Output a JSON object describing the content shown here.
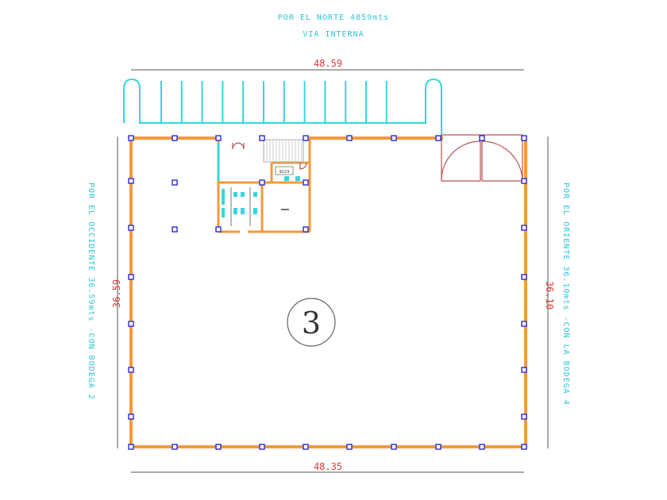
{
  "title": {
    "north_boundary": "POR EL NORTE 4859mts",
    "north_road": "VIA INTERNA"
  },
  "dimensions": {
    "top": "48.59",
    "bottom": "48.35",
    "left": "36.59",
    "right": "36.10"
  },
  "side_labels": {
    "west": "POR EL OCCIDENTE 36.59mts -CON BODEGA 2",
    "east": "POR EL ORIENTE 36.10mts -CON LA BODEGA 4"
  },
  "unit": {
    "number": "3",
    "room_tag": "9123"
  },
  "colors": {
    "wall": "#f39a3c",
    "column": "#2b2bd0",
    "label": "#2ec4d8",
    "dimension": "#e03a3a",
    "door": "#b85454"
  }
}
